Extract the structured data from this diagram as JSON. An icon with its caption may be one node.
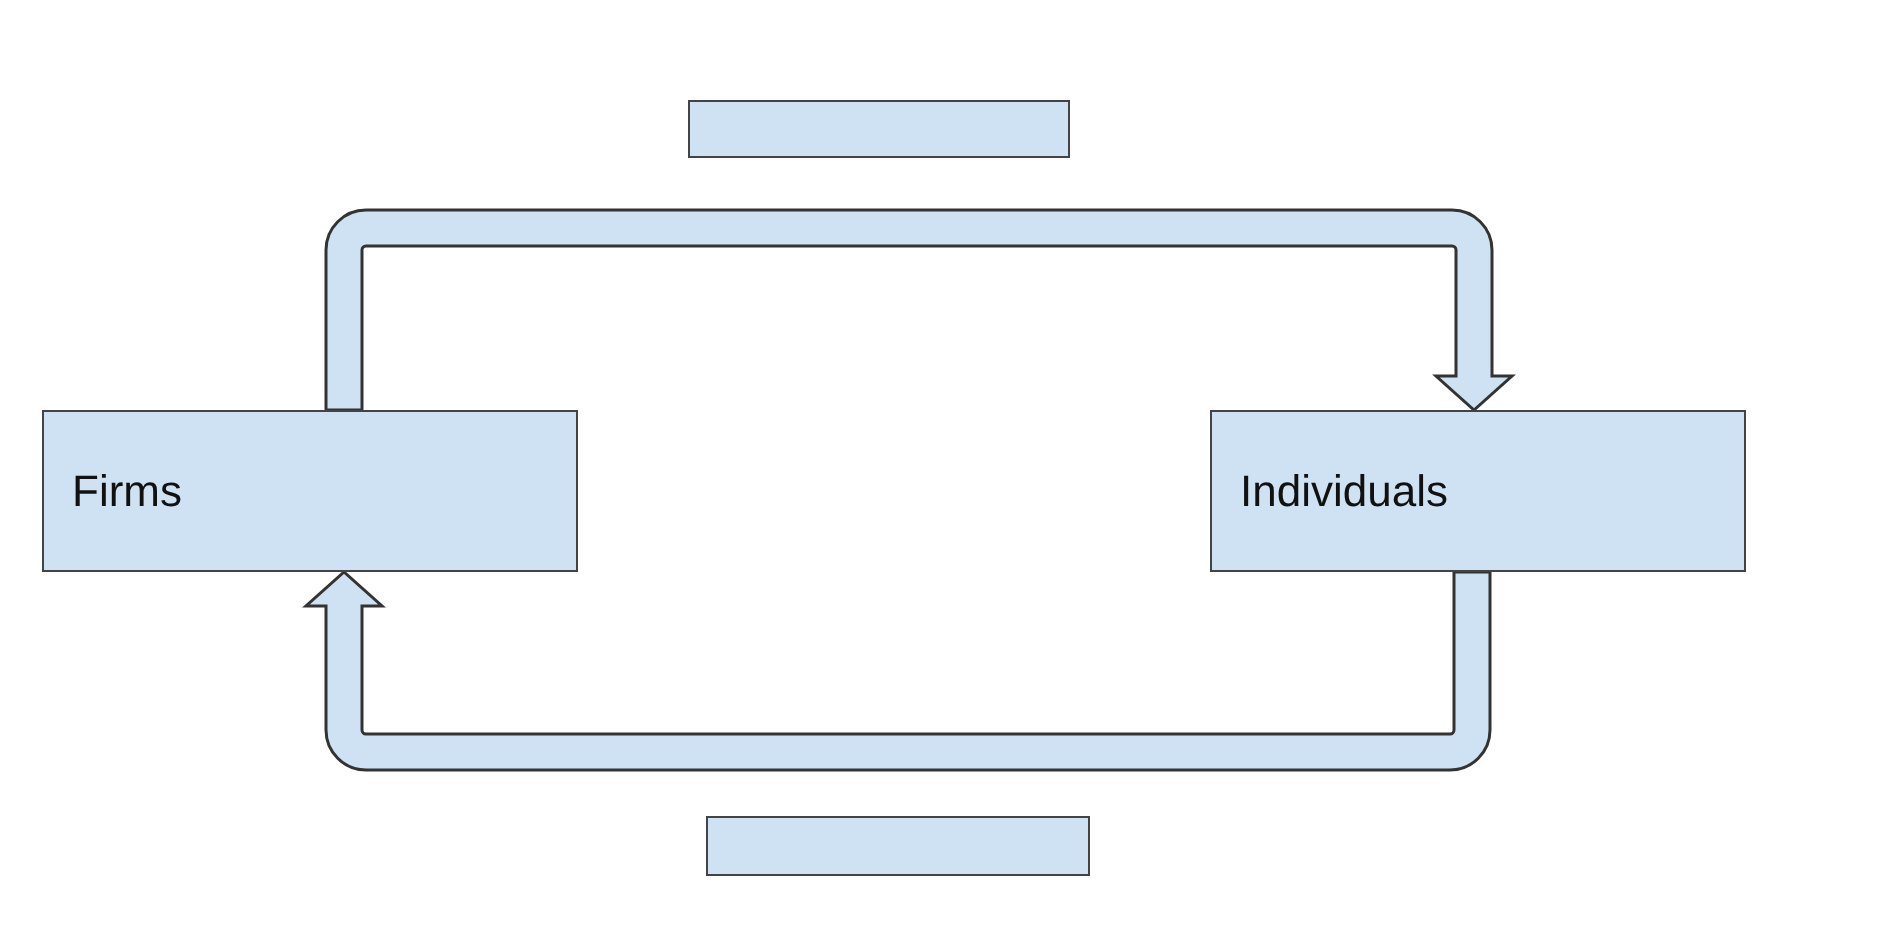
{
  "diagram": {
    "nodes": [
      {
        "text": [],
        "shape": "box"
      },
      {
        "text": [
          "Firms"
        ]
      },
      {
        "text": [
          "Individuals"
        ]
      },
      {
        "text": [],
        "shape": "box"
      }
    ],
    "edges": [
      {
        "from": 1,
        "to": 2,
        "arrow": "to"
      },
      {
        "from": 2,
        "to": 1,
        "arrow": "to"
      }
    ]
  }
}
